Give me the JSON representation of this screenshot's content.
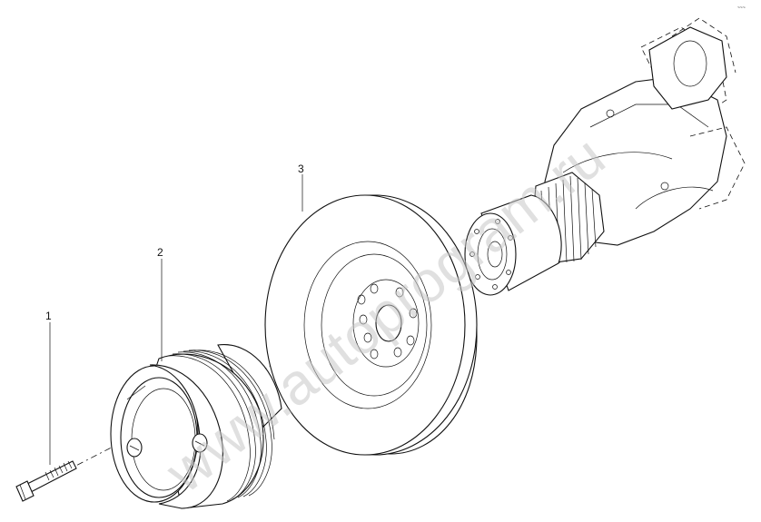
{
  "diagram": {
    "watermark": "www.autoprogram.ru",
    "corner_mark": "~~~"
  },
  "callouts": [
    {
      "id": "1",
      "label": "1"
    },
    {
      "id": "2",
      "label": "2"
    },
    {
      "id": "3",
      "label": "3"
    }
  ]
}
